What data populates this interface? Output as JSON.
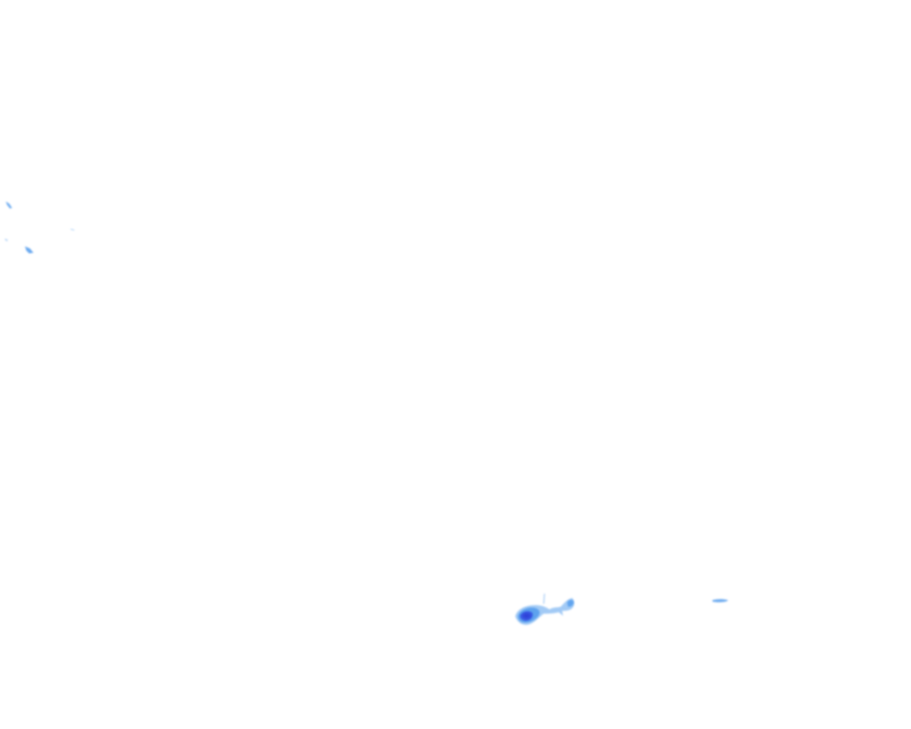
{
  "map": {
    "background_color": "#ffffff",
    "layer": "precipitation-radar-overlay",
    "colors": {
      "light": "#9ec8f5",
      "medium": "#5aa0ee",
      "heavy": "#3b5fe6",
      "core": "#2f3fd8"
    },
    "echoes": [
      {
        "kind": "speck",
        "intensity": "medium"
      },
      {
        "kind": "speck",
        "intensity": "light"
      },
      {
        "kind": "speck",
        "intensity": "light"
      },
      {
        "kind": "speck",
        "intensity": "medium"
      },
      {
        "kind": "storm-cell",
        "intensity": "heavy"
      },
      {
        "kind": "band",
        "intensity": "light"
      }
    ]
  }
}
